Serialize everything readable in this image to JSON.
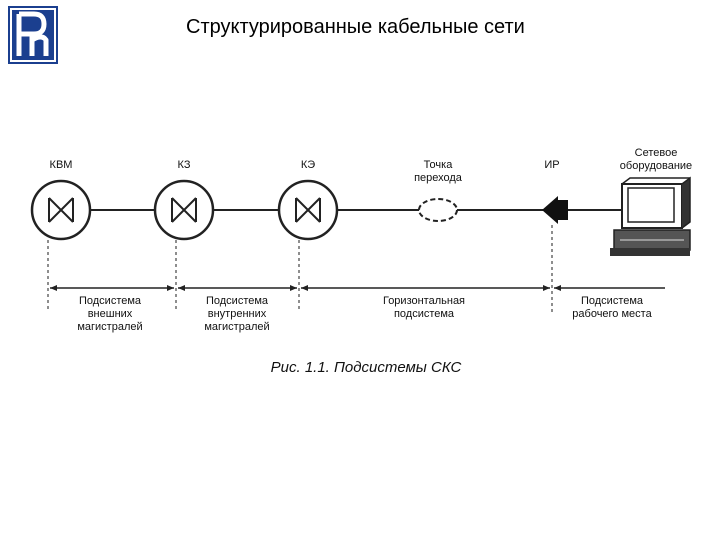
{
  "slide": {
    "title": "Структурированные кабельные сети"
  },
  "logo": {
    "icon": "hse-logo-icon",
    "color": "#1b3f8f"
  },
  "diagram": {
    "nodes": [
      {
        "label": "КВМ"
      },
      {
        "label": "КЗ"
      },
      {
        "label": "КЭ"
      }
    ],
    "transition_point": {
      "line1": "Точка",
      "line2": "перехода"
    },
    "outlet": {
      "label": "ИР"
    },
    "equipment": {
      "line1": "Сетевое",
      "line2": "оборудование"
    },
    "subsystems": [
      {
        "line1": "Подсистема",
        "line2": "внешних",
        "line3": "магистралей"
      },
      {
        "line1": "Подсистема",
        "line2": "внутренних",
        "line3": "магистралей"
      },
      {
        "line1": "Горизонтальная",
        "line2": "подсистема"
      },
      {
        "line1": "Подсистема",
        "line2": "рабочего места"
      }
    ],
    "caption": "Рис. 1.1. Подсистемы СКС"
  }
}
